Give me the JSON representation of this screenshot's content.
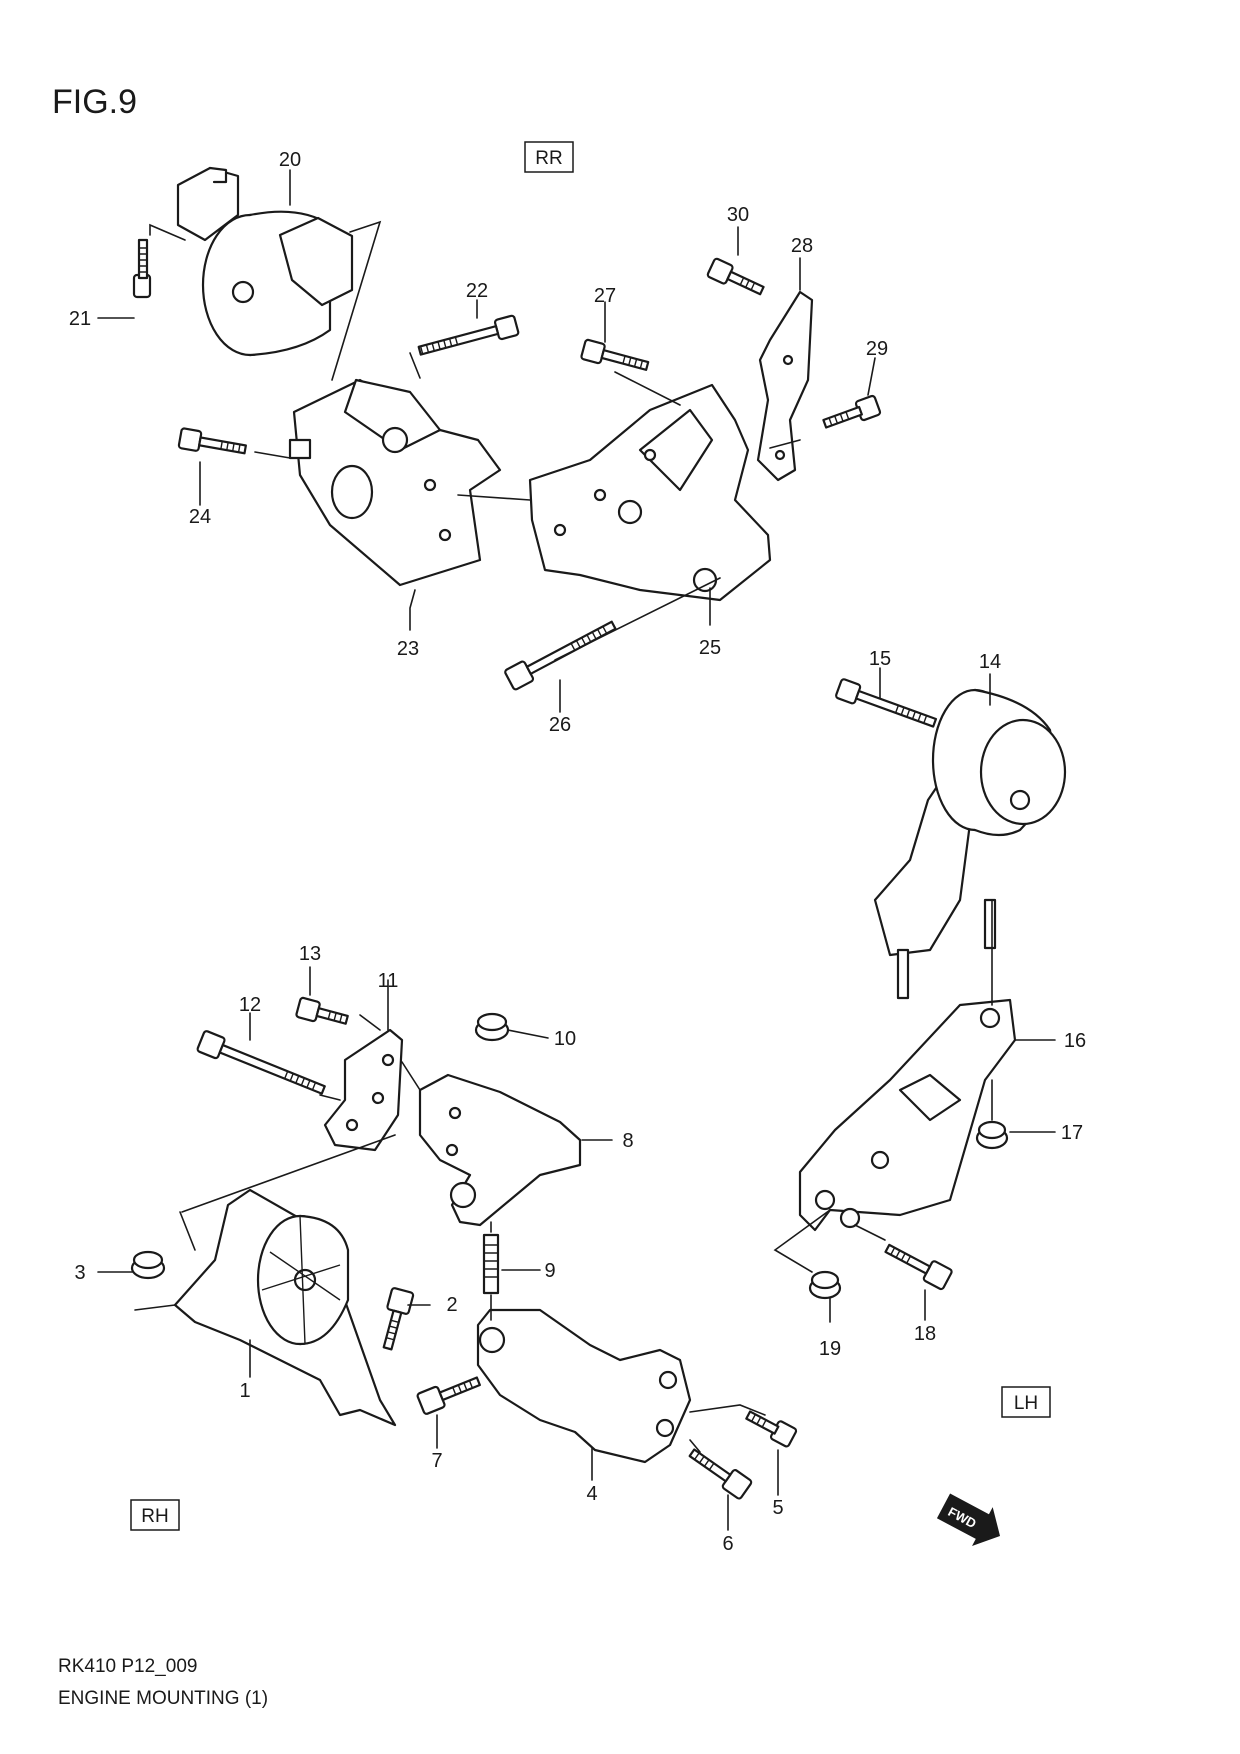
{
  "figure": {
    "title": "FIG.9",
    "code": "RK410 P12_009",
    "name": "ENGINE MOUNTING (1)"
  },
  "orientation_tags": {
    "rear": "RR",
    "left": "LH",
    "right": "RH",
    "forward": "FWD"
  },
  "callouts": [
    "1",
    "2",
    "3",
    "4",
    "5",
    "6",
    "7",
    "8",
    "9",
    "10",
    "11",
    "12",
    "13",
    "14",
    "15",
    "16",
    "17",
    "18",
    "19",
    "20",
    "21",
    "22",
    "23",
    "24",
    "25",
    "26",
    "27",
    "28",
    "29",
    "30"
  ]
}
